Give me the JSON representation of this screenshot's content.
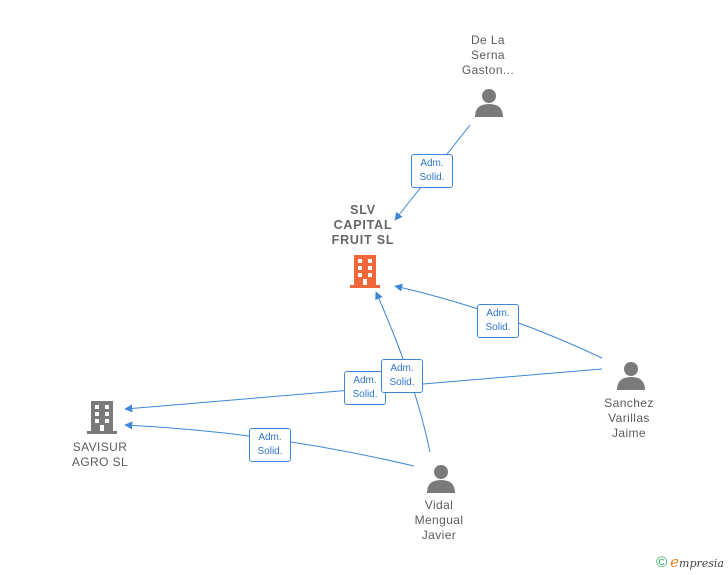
{
  "nodes": {
    "slv": {
      "label": "SLV\nCAPITAL\nFRUIT  SL",
      "type": "company",
      "color": "#f0673a"
    },
    "savisur": {
      "label": "SAVISUR\nAGRO  SL",
      "type": "company",
      "color": "#7a7a7a"
    },
    "gaston": {
      "label": "De La\nSerna\nGaston...",
      "type": "person",
      "color": "#7a7a7a"
    },
    "sanchez": {
      "label": "Sanchez\nVarillas\nJaime",
      "type": "person",
      "color": "#7a7a7a"
    },
    "vidal": {
      "label": "Vidal\nMengual\nJavier",
      "type": "person",
      "color": "#7a7a7a"
    }
  },
  "edges": [
    {
      "from": "gaston",
      "to": "slv",
      "line1": "Adm.",
      "line2": "Solid."
    },
    {
      "from": "sanchez",
      "to": "slv",
      "line1": "Adm.",
      "line2": "Solid."
    },
    {
      "from": "vidal",
      "to": "slv",
      "line1": "Adm.",
      "line2": "Solid."
    },
    {
      "from": "sanchez",
      "to": "savisur",
      "line1": "Adm.",
      "line2": "Solid."
    },
    {
      "from": "vidal",
      "to": "savisur",
      "line1": "Adm.",
      "line2": "Solid."
    }
  ],
  "colors": {
    "edge": "#3f86d6",
    "accent": "#f0673a"
  },
  "footer": {
    "copyright": "©",
    "brand_e": "e",
    "brand_rest": "mpresia"
  }
}
